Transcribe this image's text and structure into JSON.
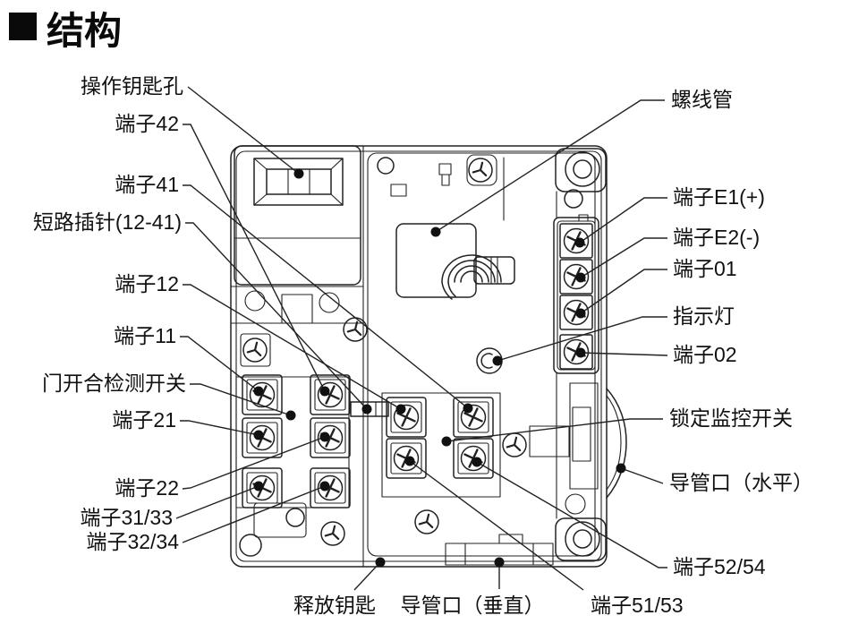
{
  "title": "结构",
  "figure": {
    "labels_left": [
      {
        "id": "operation-key-hole",
        "text": "操作钥匙孔"
      },
      {
        "id": "terminal-42",
        "text": "端子42"
      },
      {
        "id": "terminal-41",
        "text": "端子41"
      },
      {
        "id": "short-circuit-pin",
        "text": "短路插针(12-41)"
      },
      {
        "id": "terminal-12",
        "text": "端子12"
      },
      {
        "id": "terminal-11",
        "text": "端子11"
      },
      {
        "id": "door-detection-switch",
        "text": "门开合检测开关"
      },
      {
        "id": "terminal-21",
        "text": "端子21"
      },
      {
        "id": "terminal-22",
        "text": "端子22"
      },
      {
        "id": "terminal-31-33",
        "text": "端子31/33"
      },
      {
        "id": "terminal-32-34",
        "text": "端子32/34"
      }
    ],
    "labels_right": [
      {
        "id": "solenoid",
        "text": "螺线管"
      },
      {
        "id": "terminal-e1",
        "text": "端子E1(+)"
      },
      {
        "id": "terminal-e2",
        "text": "端子E2(-)"
      },
      {
        "id": "terminal-01",
        "text": "端子01"
      },
      {
        "id": "indicator-light",
        "text": "指示灯"
      },
      {
        "id": "terminal-02",
        "text": "端子02"
      },
      {
        "id": "lock-monitoring-switch",
        "text": "锁定监控开关"
      },
      {
        "id": "conduit-horizontal",
        "text": "导管口（水平）"
      },
      {
        "id": "terminal-52-54",
        "text": "端子52/54"
      },
      {
        "id": "terminal-51-53",
        "text": "端子51/53"
      }
    ],
    "labels_bottom": [
      {
        "id": "release-key",
        "text": "释放钥匙"
      },
      {
        "id": "conduit-vertical",
        "text": "导管口（垂直）"
      }
    ],
    "colors": {
      "line": "#222222",
      "dot": "#111111",
      "background": "#ffffff"
    }
  }
}
